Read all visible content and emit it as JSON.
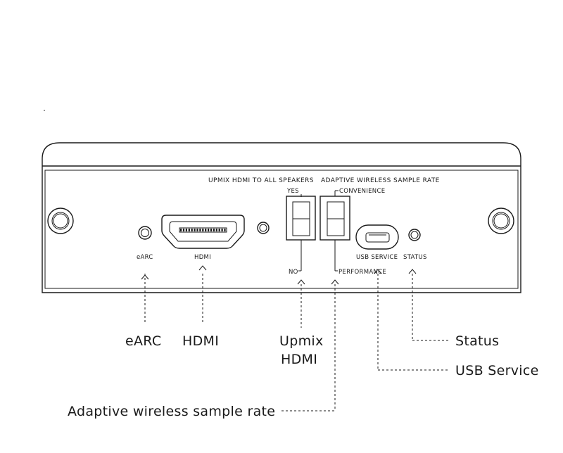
{
  "panel": {
    "header_upmix": "UPMIX HDMI TO ALL SPEAKERS",
    "header_adaptive": "ADAPTIVE WIRELESS SAMPLE RATE",
    "upmix_on": "YES",
    "upmix_off": "NO",
    "adaptive_on": "CONVENIENCE",
    "adaptive_off": "PERFORMANCE",
    "port_earc": "eARC",
    "port_hdmi": "HDMI",
    "port_usb": "USB SERVICE",
    "port_status": "STATUS"
  },
  "callouts": {
    "earc": "eARC",
    "hdmi": "HDMI",
    "upmix_line1": "Upmix",
    "upmix_line2": "HDMI",
    "status": "Status",
    "usb": "USB Service",
    "adaptive": "Adaptive wireless sample rate"
  }
}
